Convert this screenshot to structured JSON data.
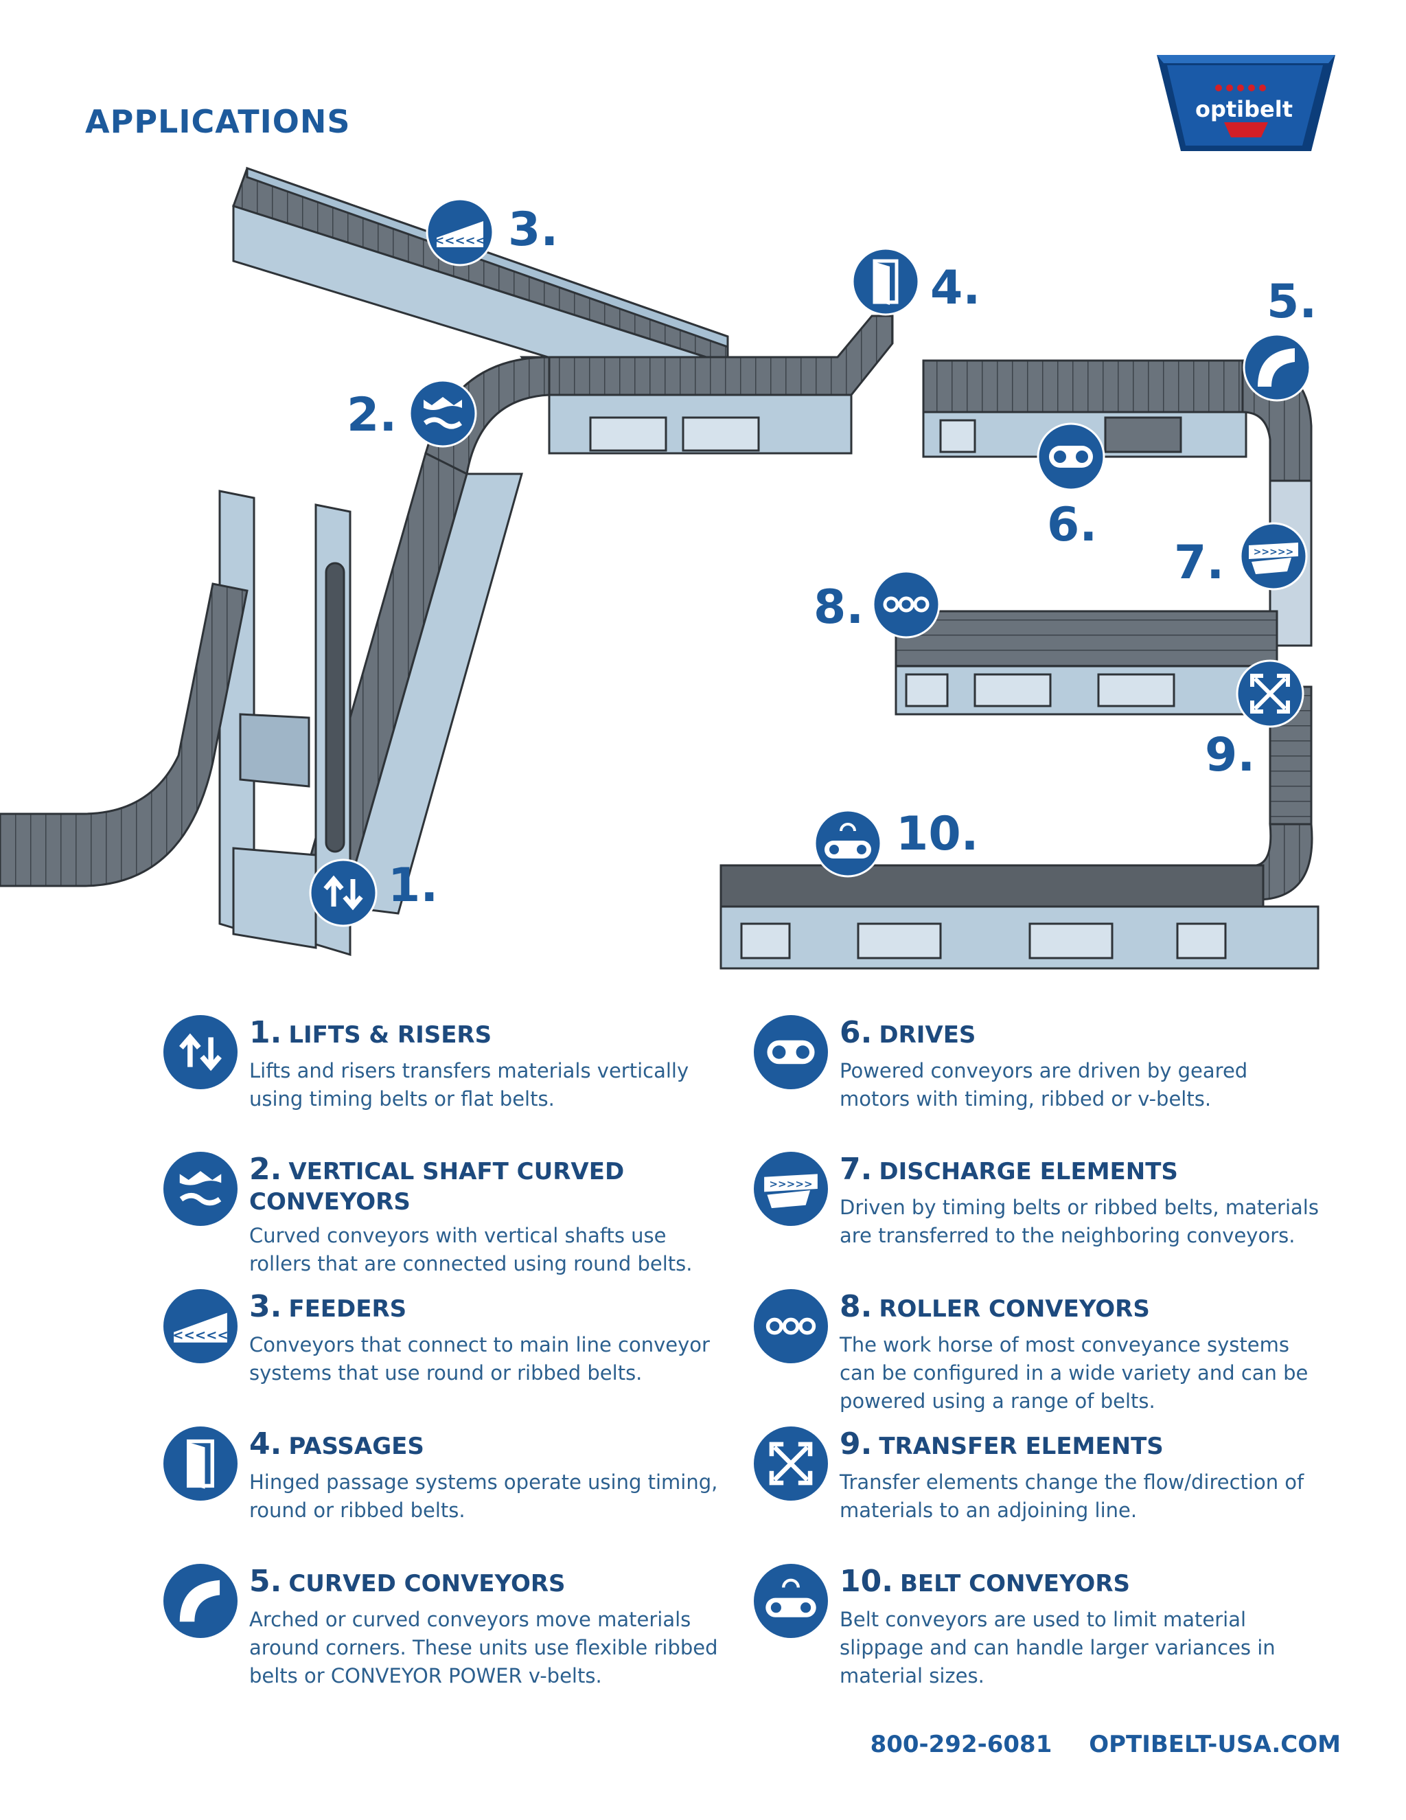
{
  "page_title": "APPLICATIONS",
  "brand": {
    "logo_text": "optibelt",
    "primary_color": "#1d5a9c",
    "accent_red": "#d31f26"
  },
  "callouts": [
    "1.",
    "2.",
    "3.",
    "4.",
    "5.",
    "6.",
    "7.",
    "8.",
    "9.",
    "10."
  ],
  "items": [
    {
      "number": "1.",
      "title": "LIFTS & RISERS",
      "icon": "arrows-up-down-icon",
      "description": "Lifts and risers transfers materials vertically using timing belts or flat belts."
    },
    {
      "number": "2.",
      "title": "VERTICAL SHAFT CURVED CONVEYORS",
      "icon": "wave-curve-icon",
      "description": "Curved conveyors with vertical shafts use rollers that are connected using round belts."
    },
    {
      "number": "3.",
      "title": "FEEDERS",
      "icon": "chevron-feeder-icon",
      "description": "Conveyors that connect to main line conveyor systems that use round or ribbed belts."
    },
    {
      "number": "4.",
      "title": "PASSAGES",
      "icon": "door-icon",
      "description": "Hinged passage systems operate using timing, round or ribbed belts."
    },
    {
      "number": "5.",
      "title": "CURVED CONVEYORS",
      "icon": "arc-curve-icon",
      "description": "Arched or curved conveyors move materials around corners. These units use flexible ribbed belts or CONVEYOR POWER v-belts."
    },
    {
      "number": "6.",
      "title": "DRIVES",
      "icon": "pulley-drive-icon",
      "description": "Powered conveyors are driven by geared motors with timing, ribbed or v-belts."
    },
    {
      "number": "7.",
      "title": "DISCHARGE ELEMENTS",
      "icon": "discharge-chevrons-icon",
      "description": "Driven by timing belts or ribbed belts, materials are transferred to the neighboring conveyors."
    },
    {
      "number": "8.",
      "title": "ROLLER CONVEYORS",
      "icon": "three-rollers-icon",
      "description": "The work horse of most conveyance systems can be configured in a wide variety and can be powered using a range of belts."
    },
    {
      "number": "9.",
      "title": "TRANSFER ELEMENTS",
      "icon": "four-arrows-icon",
      "description": "Transfer elements change the flow/direction of materials to an adjoining line."
    },
    {
      "number": "10.",
      "title": "BELT CONVEYORS",
      "icon": "belt-rotate-icon",
      "description": "Belt conveyors are used to limit material slippage and can handle larger variances in material sizes."
    }
  ],
  "footer": {
    "phone": "800-292-6081",
    "website": "OPTIBELT-USA.COM"
  }
}
